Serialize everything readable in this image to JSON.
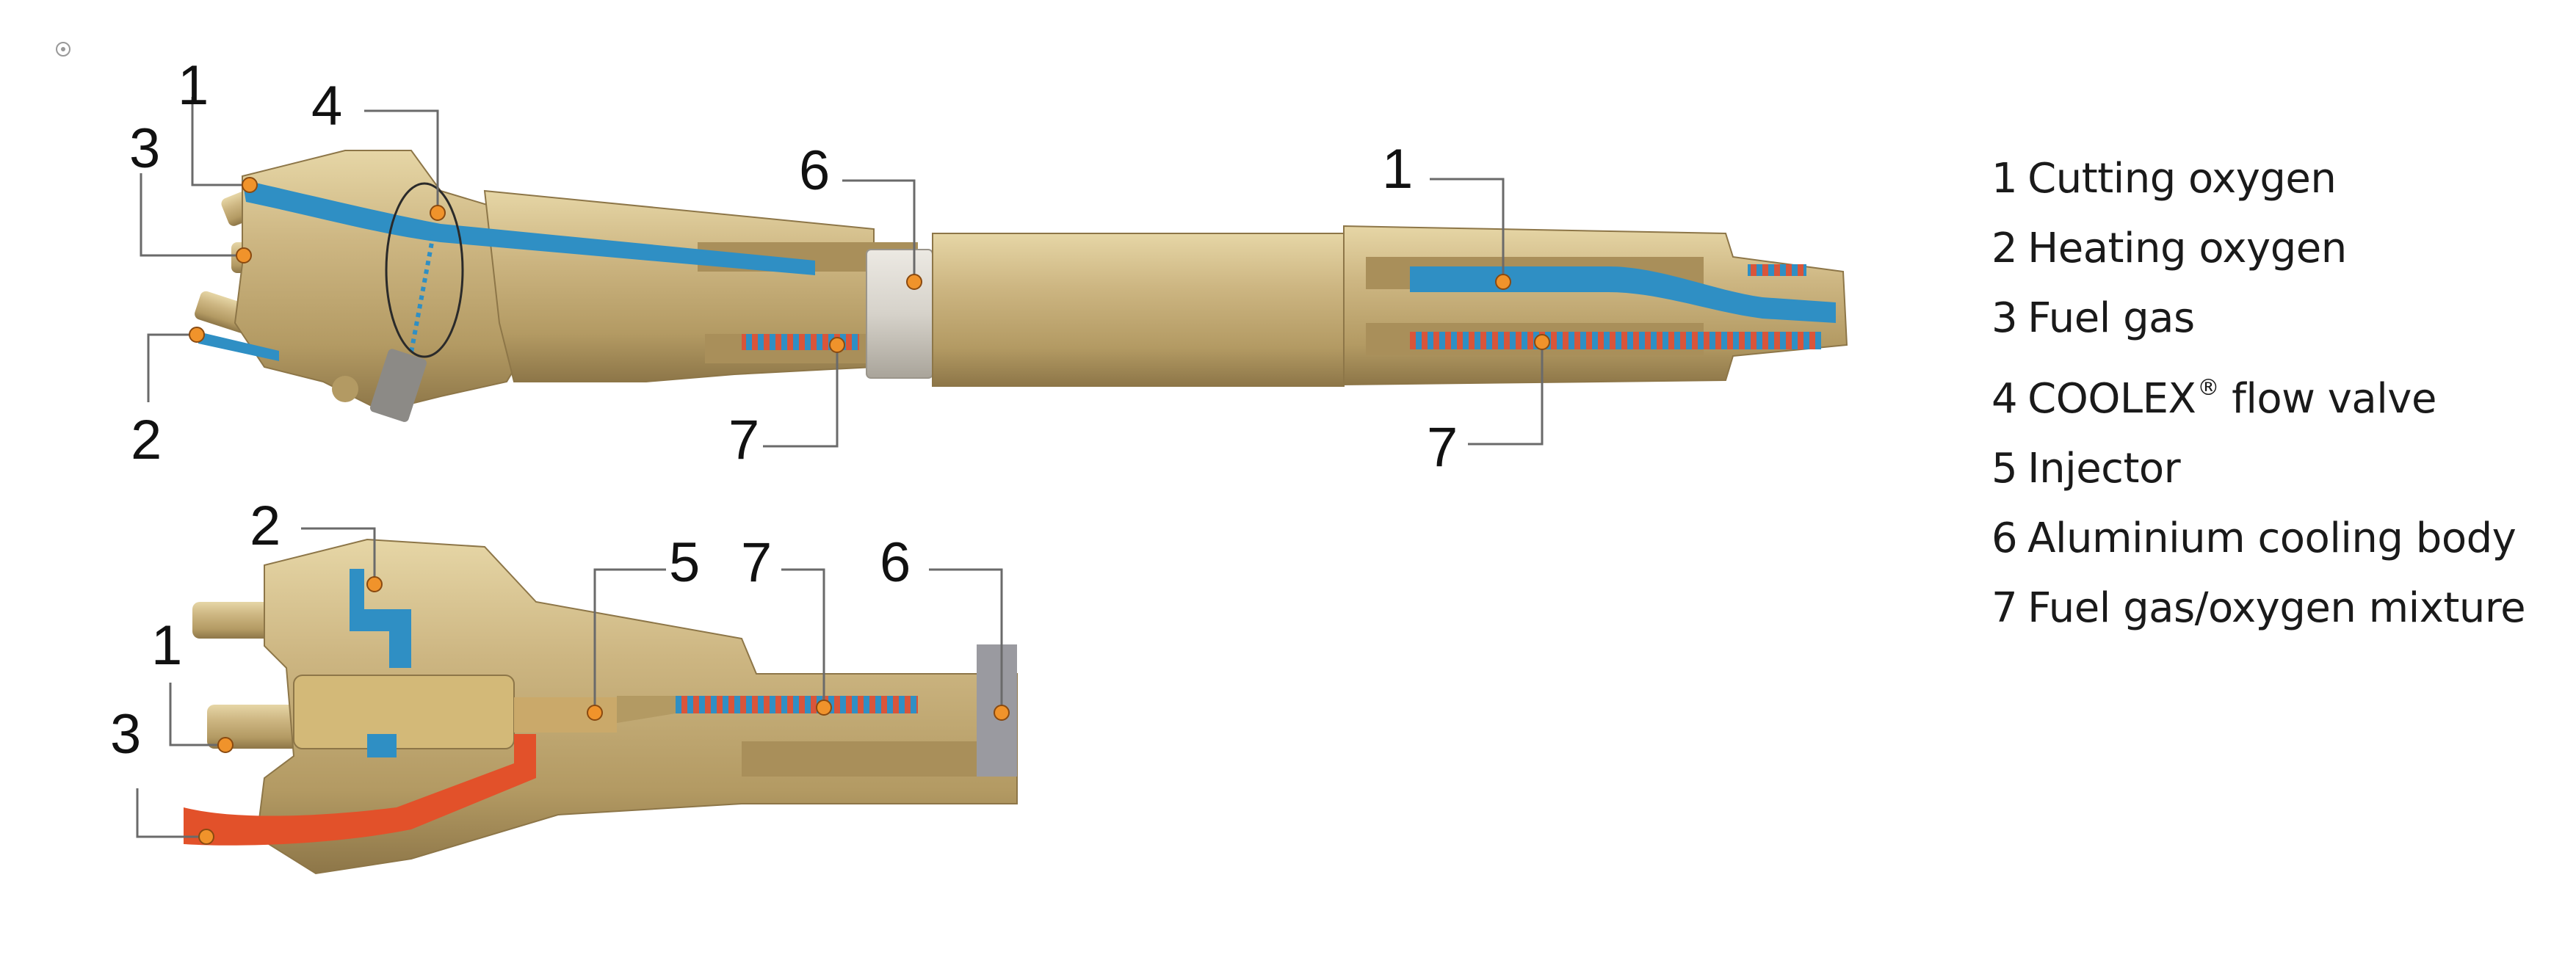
{
  "legend": {
    "items": [
      {
        "num": "1",
        "label": "Cutting oxygen",
        "mark": ""
      },
      {
        "num": "2",
        "label": "Heating oxygen",
        "mark": ""
      },
      {
        "num": "3",
        "label": "Fuel gas",
        "mark": ""
      },
      {
        "num": "4",
        "label": "COOLEX",
        "mark": "®",
        "suffix": " flow valve"
      },
      {
        "num": "5",
        "label": "Injector",
        "mark": ""
      },
      {
        "num": "6",
        "label": "Aluminium cooling body",
        "mark": ""
      },
      {
        "num": "7",
        "label": "Fuel gas/oxygen mixture",
        "mark": ""
      }
    ]
  },
  "callouts": {
    "top": [
      "1",
      "3",
      "4",
      "2",
      "6",
      "7",
      "1",
      "7"
    ],
    "bottom": [
      "2",
      "1",
      "3",
      "5",
      "7",
      "6"
    ]
  },
  "colors": {
    "brass": "#c7b07a",
    "brass_dark": "#9c8654",
    "cutting_oxygen": "#2f8fc4",
    "fuel_gas": "#e2512a",
    "aluminium": "#d8d5cf",
    "marker": "#f0932b"
  }
}
